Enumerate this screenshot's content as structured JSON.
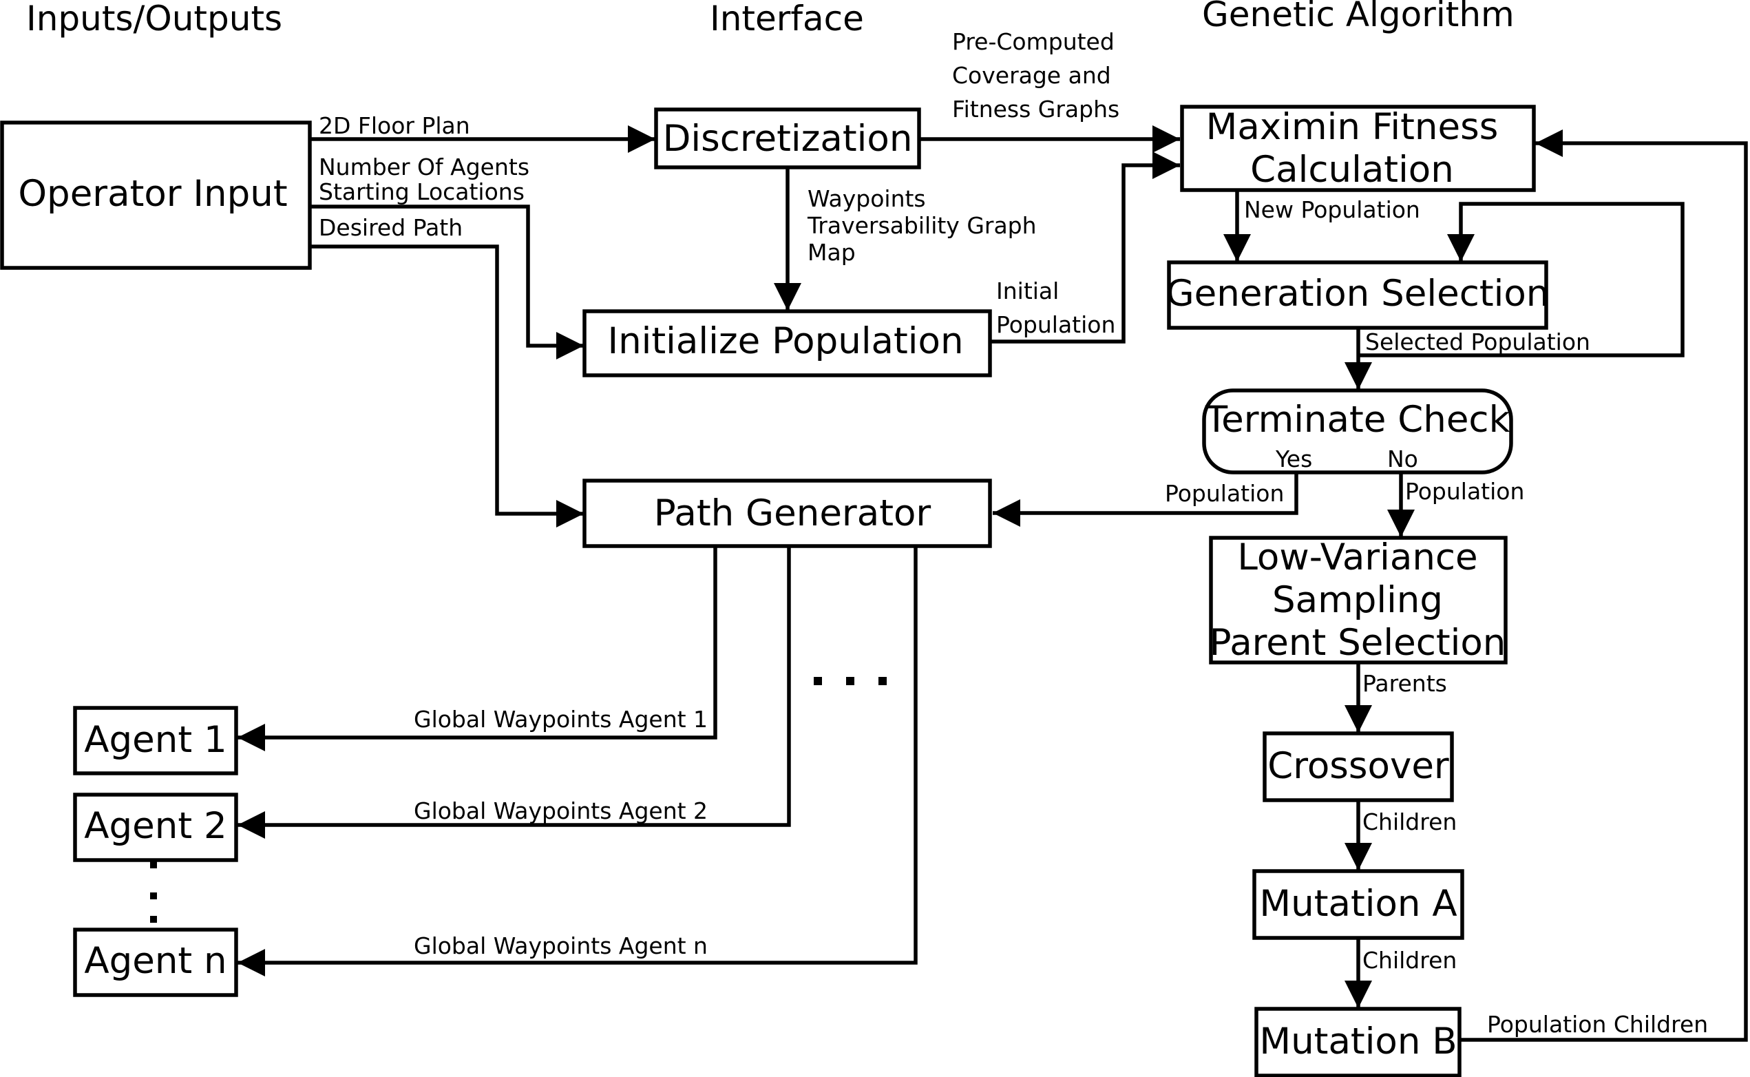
{
  "headers": {
    "inputs_outputs": "Inputs/Outputs",
    "interface": "Interface",
    "genetic_algorithm": "Genetic Algorithm"
  },
  "boxes": {
    "operator_input": "Operator Input",
    "discretization": "Discretization",
    "initialize_population": "Initialize Population",
    "path_generator": "Path Generator",
    "agent_1": "Agent 1",
    "agent_2": "Agent 2",
    "agent_n": "Agent n",
    "maximin_fitness": [
      "Maximin Fitness",
      "Calculation"
    ],
    "generation_selection": "Generation Selection",
    "terminate_check": "Terminate Check",
    "low_variance": [
      "Low-Variance",
      "Sampling",
      "Parent Selection"
    ],
    "crossover": "Crossover",
    "mutation_a": "Mutation A",
    "mutation_b": "Mutation B"
  },
  "labels": {
    "floor_plan": "2D Floor Plan",
    "num_agents": "Number Of Agents",
    "starting_locations": "Starting Locations",
    "desired_path": "Desired Path",
    "precomputed": [
      "Pre-Computed",
      "Coverage and",
      "Fitness Graphs"
    ],
    "waypoints": [
      "Waypoints",
      "Traversability Graph",
      "Map"
    ],
    "initial_population": [
      "Initial",
      "Population"
    ],
    "new_population": "New Population",
    "selected_population": "Selected Population",
    "yes": "Yes",
    "no": "No",
    "population_yes": "Population",
    "population_no": "Population",
    "parents": "Parents",
    "children_1": "Children",
    "children_2": "Children",
    "population_children": "Population Children",
    "gw_agent_1": "Global Waypoints Agent 1",
    "gw_agent_2": "Global Waypoints Agent 2",
    "gw_agent_n": "Global Waypoints Agent n"
  },
  "markers": {
    "ellipsis_horizontal": ". . .",
    "ellipsis_vertical": "⋮"
  }
}
